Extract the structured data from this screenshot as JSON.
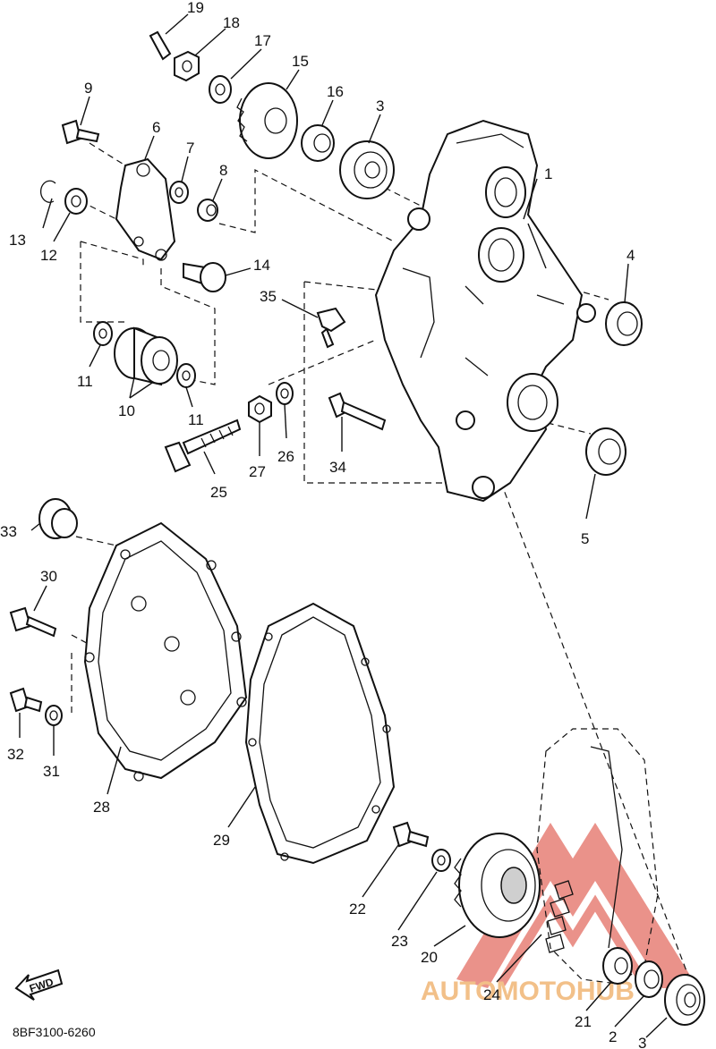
{
  "diagram_code": "8BF3100-6260",
  "fwd_label": "FWD",
  "watermark": {
    "text": "AUTOMOTOHUB",
    "color": "#d93a2b"
  },
  "callouts": [
    {
      "n": "1",
      "label": "1"
    },
    {
      "n": "2",
      "label": "2"
    },
    {
      "n": "3a",
      "label": "3"
    },
    {
      "n": "3b",
      "label": "3"
    },
    {
      "n": "4",
      "label": "4"
    },
    {
      "n": "5",
      "label": "5"
    },
    {
      "n": "6",
      "label": "6"
    },
    {
      "n": "7",
      "label": "7"
    },
    {
      "n": "8",
      "label": "8"
    },
    {
      "n": "9",
      "label": "9"
    },
    {
      "n": "10",
      "label": "10"
    },
    {
      "n": "11a",
      "label": "11"
    },
    {
      "n": "11b",
      "label": "11"
    },
    {
      "n": "12",
      "label": "12"
    },
    {
      "n": "13",
      "label": "13"
    },
    {
      "n": "14",
      "label": "14"
    },
    {
      "n": "15",
      "label": "15"
    },
    {
      "n": "16",
      "label": "16"
    },
    {
      "n": "17",
      "label": "17"
    },
    {
      "n": "18",
      "label": "18"
    },
    {
      "n": "19",
      "label": "19"
    },
    {
      "n": "20",
      "label": "20"
    },
    {
      "n": "21",
      "label": "21"
    },
    {
      "n": "22",
      "label": "22"
    },
    {
      "n": "23",
      "label": "23"
    },
    {
      "n": "24",
      "label": "24"
    },
    {
      "n": "25",
      "label": "25"
    },
    {
      "n": "26",
      "label": "26"
    },
    {
      "n": "27",
      "label": "27"
    },
    {
      "n": "28",
      "label": "28"
    },
    {
      "n": "29",
      "label": "29"
    },
    {
      "n": "30",
      "label": "30"
    },
    {
      "n": "31",
      "label": "31"
    },
    {
      "n": "32",
      "label": "32"
    },
    {
      "n": "33",
      "label": "33"
    },
    {
      "n": "34",
      "label": "34"
    },
    {
      "n": "35",
      "label": "35"
    }
  ]
}
